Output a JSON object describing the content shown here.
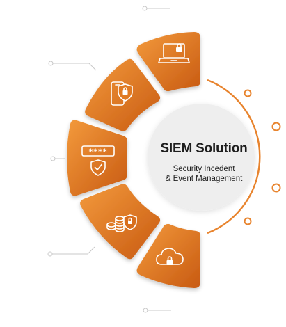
{
  "center": {
    "title": "SIEM Solution",
    "subtitle_line1": "Security Incedent",
    "subtitle_line2": "& Event Management"
  },
  "segments": [
    {
      "icon": "laptop-lock-icon"
    },
    {
      "icon": "smartphone-lock-icon"
    },
    {
      "icon": "password-shield-icon"
    },
    {
      "icon": "coins-lock-icon"
    },
    {
      "icon": "cloud-lock-icon"
    }
  ],
  "colors": {
    "segment_light": "#f39a3c",
    "segment_dark": "#c85a12",
    "accent": "#e8842e",
    "circle": "#eeeeee",
    "connector": "#c8c8c8"
  }
}
